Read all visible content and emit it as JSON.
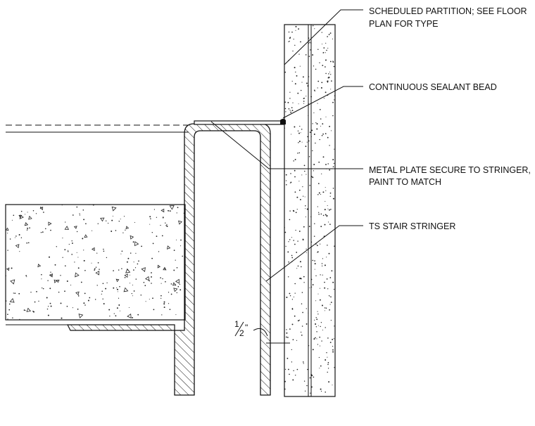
{
  "notes": [
    {
      "line1": "SCHEDULED PARTITION; SEE FLOOR",
      "line2": "PLAN FOR TYPE"
    },
    {
      "line1": "CONTINUOUS SEALANT BEAD",
      "line2": ""
    },
    {
      "line1": "METAL PLATE SECURE TO STRINGER,",
      "line2": "PAINT TO MATCH"
    },
    {
      "line1": "TS STAIR STRINGER",
      "line2": ""
    }
  ],
  "dimension": {
    "numerator": "1",
    "denominator": "2",
    "unit": "\""
  },
  "colors": {
    "line": "#111111",
    "background": "#ffffff"
  }
}
